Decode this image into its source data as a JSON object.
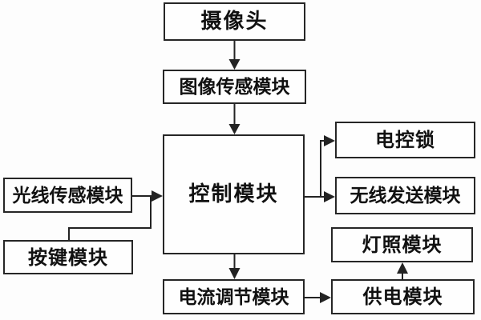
{
  "page": {
    "background": "#fdfdfd",
    "box_background": "#fefefe",
    "line_color": "#232323",
    "text_color": "#111111"
  },
  "diagram": {
    "type": "block-diagram",
    "nodes": {
      "camera": {
        "label": "摄像头"
      },
      "image_sensor": {
        "label": "图像传感模块"
      },
      "control": {
        "label": "控制模块"
      },
      "light_sensor": {
        "label": "光线传感模块"
      },
      "keypad": {
        "label": "按键模块"
      },
      "electric_lock": {
        "label": "电控锁"
      },
      "wireless_transmit": {
        "label": "无线发送模块"
      },
      "lighting": {
        "label": "灯照模块"
      },
      "power_supply": {
        "label": "供电模块"
      },
      "current_regulator": {
        "label": "电流调节模块"
      }
    },
    "edges": [
      {
        "from": "camera",
        "to": "image_sensor"
      },
      {
        "from": "image_sensor",
        "to": "control"
      },
      {
        "from": "light_sensor",
        "to": "control"
      },
      {
        "from": "keypad",
        "to": "control"
      },
      {
        "from": "control",
        "to": "electric_lock"
      },
      {
        "from": "control",
        "to": "wireless_transmit"
      },
      {
        "from": "control",
        "to": "current_regulator"
      },
      {
        "from": "current_regulator",
        "to": "power_supply"
      },
      {
        "from": "power_supply",
        "to": "lighting"
      }
    ]
  }
}
